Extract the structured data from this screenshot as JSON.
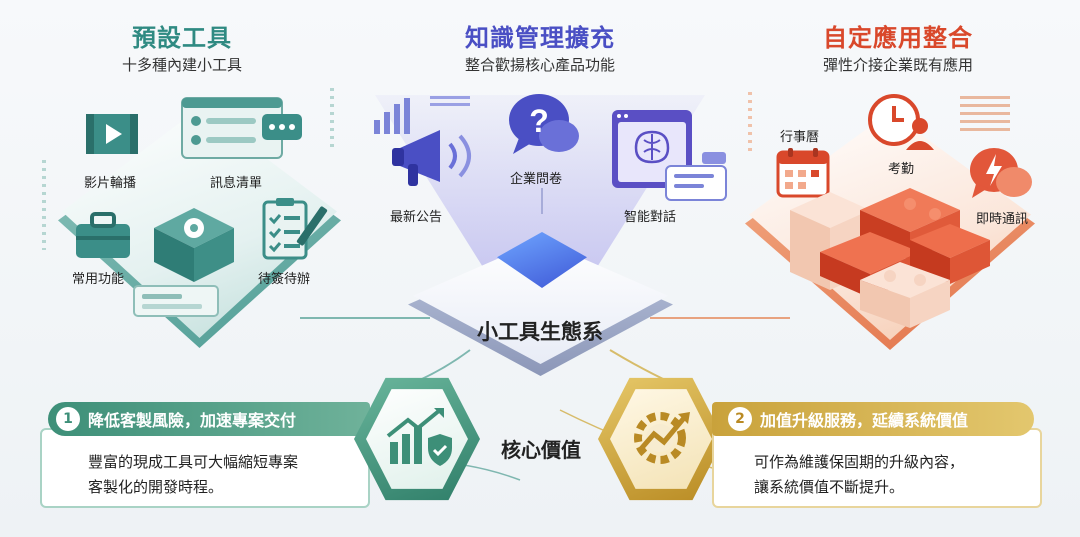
{
  "columns": {
    "left": {
      "title": "預設工具",
      "subtitle": "十多種內建小工具",
      "color": "#2f8a82"
    },
    "center": {
      "title": "知識管理擴充",
      "subtitle": "整合歡揚核心產品功能",
      "color": "#4a4fc4"
    },
    "right": {
      "title": "自定應用整合",
      "subtitle": "彈性介接企業既有應用",
      "color": "#d9482b"
    }
  },
  "left_items": {
    "video": "影片輪播",
    "message": "訊息清單",
    "common": "常用功能",
    "todo": "待簽待辦"
  },
  "center_items": {
    "announce": "最新公告",
    "survey": "企業問卷",
    "chat": "智能對話"
  },
  "right_items": {
    "calendar": "行事曆",
    "attendance": "考勤",
    "im": "即時通訊"
  },
  "ecosystem_label": "小工具生態系",
  "core_label": "核心價值",
  "value_left": {
    "number": "1",
    "title": "降低客製風險，加速專案交付",
    "desc_line1": "豐富的現成工具可大幅縮短專案",
    "desc_line2": "客製化的開發時程。",
    "color": "#3d8f78"
  },
  "value_right": {
    "number": "2",
    "title": "加值升級服務，延續系統價值",
    "desc_line1": "可作為維護保固期的升級內容，",
    "desc_line2": "讓系統價值不斷提升。",
    "color": "#c9a23b"
  }
}
